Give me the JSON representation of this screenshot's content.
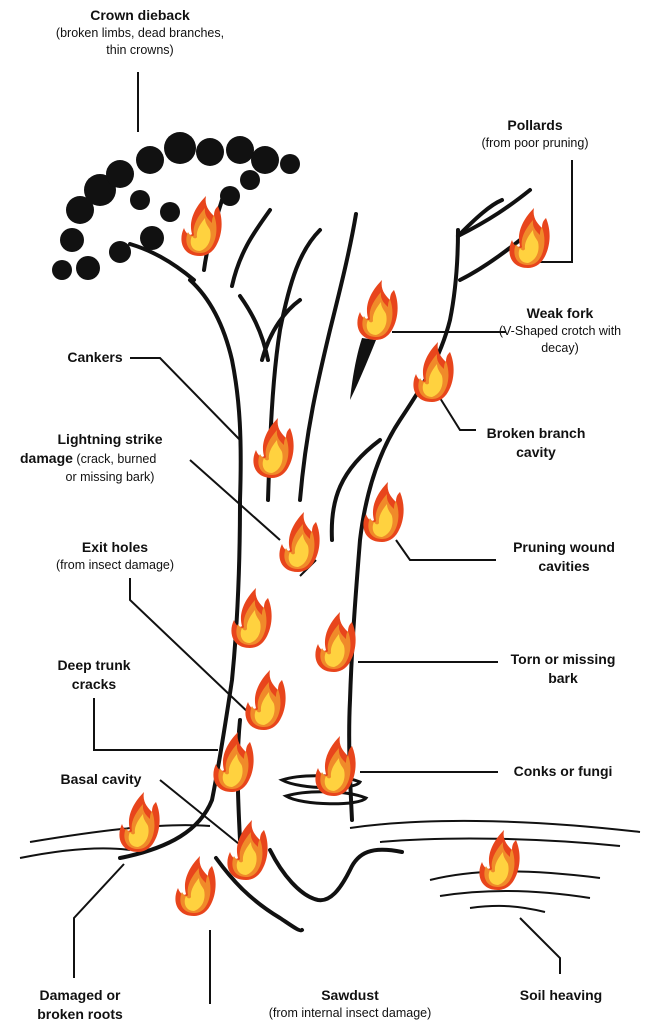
{
  "labels": {
    "crown_dieback": {
      "title": "Crown dieback",
      "detail": "(broken limbs, dead branches, thin crowns)"
    },
    "pollards": {
      "title": "Pollards",
      "detail": "(from poor pruning)"
    },
    "weak_fork": {
      "title": "Weak fork",
      "detail": "(V-Shaped crotch with decay)"
    },
    "cankers": {
      "title": "Cankers"
    },
    "broken_branch_cavity": {
      "title": "Broken branch cavity"
    },
    "lightning": {
      "title_line1": "Lightning strike",
      "title_line2": "damage",
      "detail_inline": "(crack, burned",
      "detail": "or missing bark)"
    },
    "exit_holes": {
      "title": "Exit holes",
      "detail": "(from insect damage)"
    },
    "pruning_wound": {
      "title": "Pruning wound cavities"
    },
    "deep_trunk": {
      "title": "Deep trunk cracks"
    },
    "torn_bark": {
      "title": "Torn or missing bark"
    },
    "basal_cavity": {
      "title": "Basal cavity"
    },
    "conks": {
      "title": "Conks or fungi"
    },
    "damaged_roots": {
      "title": "Damaged or broken roots"
    },
    "sawdust": {
      "title": "Sawdust",
      "detail": "(from internal insect damage)"
    },
    "soil_heaving": {
      "title": "Soil heaving"
    }
  },
  "colors": {
    "flame_outer": "#e8451c",
    "flame_mid": "#f08a2a",
    "flame_inner": "#ffd23f",
    "ink": "#111111"
  }
}
